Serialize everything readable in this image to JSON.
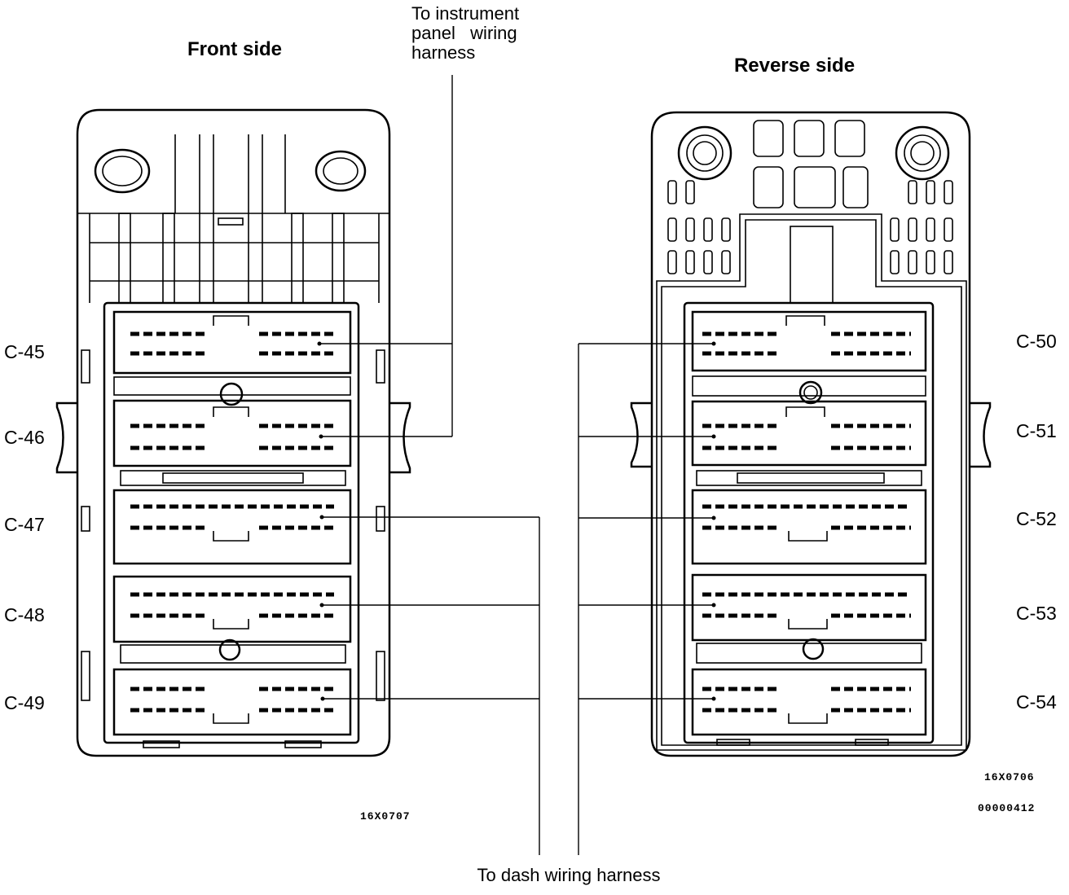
{
  "diagram": {
    "front": {
      "title": "Front side",
      "connectors": [
        "C-45",
        "C-46",
        "C-47",
        "C-48",
        "C-49"
      ],
      "code": "16X0707"
    },
    "reverse": {
      "title": "Reverse side",
      "connectors": [
        "C-50",
        "C-51",
        "C-52",
        "C-53",
        "C-54"
      ],
      "code": "16X0706"
    },
    "instrument_note": [
      "To instrument",
      "panel   wiring",
      "harness"
    ],
    "dash_note": "To dash wiring harness",
    "figure_id": "00000412"
  }
}
